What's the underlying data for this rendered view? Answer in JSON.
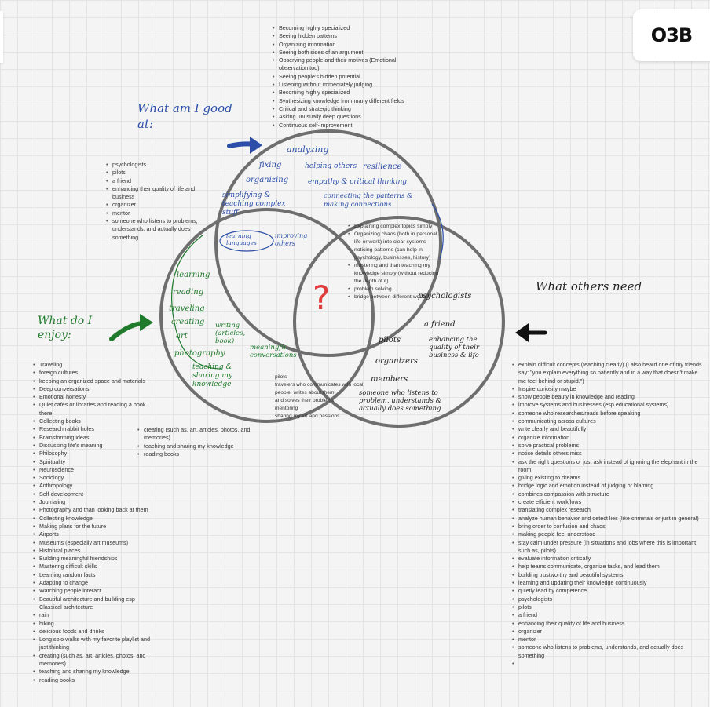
{
  "logo": {
    "text": "O3B"
  },
  "top_list": [
    "Becoming highly specialized",
    "Seeing hidden patterns",
    "Organizing information",
    "Seeing both sides of an argument",
    "Observing people and their motives (Emotional observation too)",
    "Seeing people's hidden potential",
    "Listening without immediately judging",
    "Becoming highly specialized",
    "Synthesizing knowledge from many different fields",
    "Critical and strategic thinking",
    "Asking unusually deep questions",
    "Continuous self-improvement"
  ],
  "people_list": [
    "psychologists",
    "pilots",
    "a friend",
    "enhancing their quality of life and business",
    "organizer",
    "mentor",
    "someone who listens to problems, understands, and actually does something"
  ],
  "enjoy_list": [
    "Traveling",
    "foreign cultures",
    "keeping an organized space and materials",
    "Deep conversations",
    "Emotional honesty",
    "Quiet cafés or libraries and reading a book there",
    "Collecting books",
    "Research rabbit holes",
    "Brainstorming ideas",
    "Discussing life's meaning",
    "Philosophy",
    "Spirituality",
    "Neuroscience",
    "Sociology",
    "Anthropology",
    "Self-development",
    "Journaling",
    "Photography and than looking back at them",
    "Collecting knowledge",
    "Making plans for the future",
    "Airports",
    "Museums (especially art museums)",
    "Historical places",
    "Building meaningful friendships",
    "Mastering difficult skills",
    "Learning random facts",
    "Adapting to change",
    "Watching people interact",
    "Beautiful architecture and building esp Classical architecture",
    "rain",
    "hiking",
    "delicious foods and drinks",
    "Long solo walks with my favorite playlist and just thinking",
    "creating (such as, art, articles, photos, and memories)",
    "teaching and sharing my knowledge",
    "reading books"
  ],
  "enjoy_small_list": [
    "creating (such as, art, articles, photos, and memories)",
    "teaching and sharing my knowledge",
    "reading books"
  ],
  "need_list": [
    "explain difficult concepts (teaching clearly) (I also heard one of my friends say: \"you explain everything so patiently and in a way that doesn't make me feel behind or stupid.\")",
    "Inspire curiosity maybe",
    "show people beauty in knowledge and reading",
    "improve systems and businesses (esp educational systems)",
    "someone who researches/reads before speaking",
    "communicating across cultures",
    "write clearly and beautifully",
    "organize information",
    "solve practical problems",
    "notice details others miss",
    "ask the right questions or just ask instead of ignoring the elephant in the room",
    "giving existing to dreams",
    "bridge logic and emotion instead of judging or blaming",
    "combines compassion with structure",
    "create efficient workflows",
    "translating complex research",
    "analyze human behavior and detect lies (like criminals or just in general)",
    "bring order to confusion and chaos",
    "making people feel understood",
    "stay calm under pressure (in situations and jobs where this is important such as, pilots)",
    "evaluate information critically",
    "help teams communicate, organize tasks, and lead them",
    "building trustworthy and beautiful systems",
    "learning and updating their knowledge continuously",
    "quietly lead by competence",
    "psychologists",
    "pilots",
    "a friend",
    "enhancing their quality of life and business",
    "organizer",
    "mentor",
    "someone who listens to problems, understands, and actually does something",
    ""
  ],
  "overlap_right_list": [
    "Explaining complex topics simply",
    "Organizing chaos (both in personal life or work) into clear systems",
    "noticing patterns (can help in psychology, businesses, history)",
    "mastering and than teaching my knowledge simply (without reducing the depth of it)",
    "problem solving",
    "bridge between different worlds"
  ],
  "overlap_bottom": [
    "pilots",
    "travelers who communicates with local people, writes about them",
    "and solves their problems",
    "mentoring",
    "sharing my art and passions"
  ],
  "center_mark": "?",
  "hand": {
    "good_at_title": "What am I good at:",
    "enjoy_title": "What do I enjoy:",
    "need_title": "What others need",
    "good_at_items": [
      "analyzing",
      "fixing",
      "helping others",
      "resilience",
      "organizing",
      "empathy & critical thinking",
      "simplifying & teaching complex stuff",
      "connecting the patterns & making connections"
    ],
    "enjoy_items": [
      "learning",
      "reading",
      "traveling",
      "creating",
      "writing (articles, book)",
      "art",
      "photography",
      "meaningful conversations",
      "teaching & sharing my knowledge"
    ],
    "need_items": [
      "psychologists",
      "a friend",
      "pilots",
      "enhancing the quality of their business & life",
      "organizers",
      "members",
      "someone who listens to problem, understands & actually does something"
    ],
    "overlap_hand": [
      "learning languages",
      "improving others"
    ]
  },
  "colors": {
    "blue": "#2b4ea8",
    "green": "#1f7a2c",
    "red": "#e23b3b",
    "circle": "#6e6e6e"
  }
}
